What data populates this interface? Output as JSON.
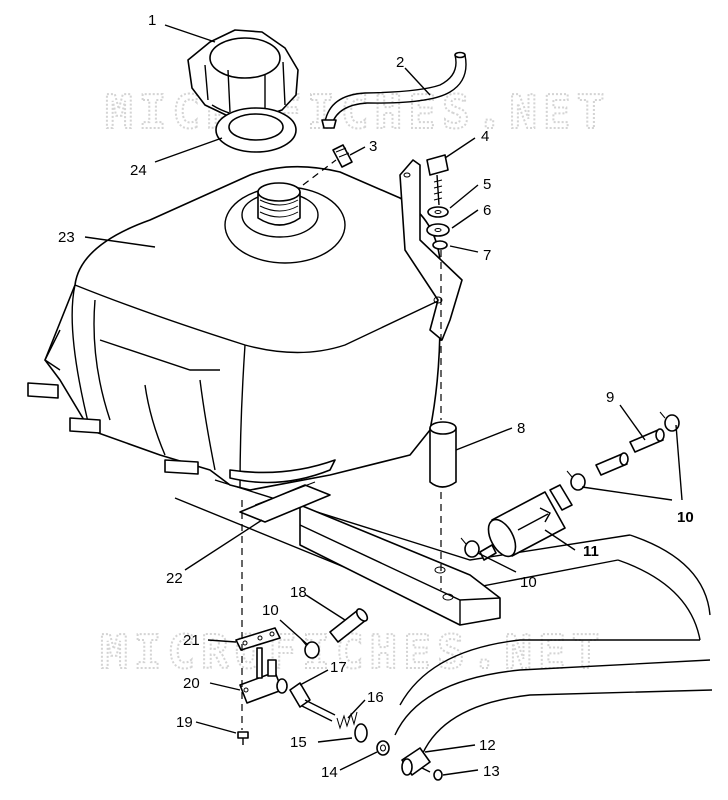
{
  "watermark": "MICROFICHES.NET",
  "callouts": [
    {
      "id": "1",
      "text": "1"
    },
    {
      "id": "2",
      "text": "2"
    },
    {
      "id": "3",
      "text": "3"
    },
    {
      "id": "4",
      "text": "4"
    },
    {
      "id": "5",
      "text": "5"
    },
    {
      "id": "6",
      "text": "6"
    },
    {
      "id": "7",
      "text": "7"
    },
    {
      "id": "8",
      "text": "8"
    },
    {
      "id": "9",
      "text": "9"
    },
    {
      "id": "10a",
      "text": "10"
    },
    {
      "id": "10b",
      "text": "10"
    },
    {
      "id": "10c",
      "text": "10"
    },
    {
      "id": "11",
      "text": "11"
    },
    {
      "id": "12",
      "text": "12"
    },
    {
      "id": "13",
      "text": "13"
    },
    {
      "id": "14",
      "text": "14"
    },
    {
      "id": "15",
      "text": "15"
    },
    {
      "id": "16",
      "text": "16"
    },
    {
      "id": "17",
      "text": "17"
    },
    {
      "id": "18",
      "text": "18"
    },
    {
      "id": "19",
      "text": "19"
    },
    {
      "id": "20",
      "text": "20"
    },
    {
      "id": "21",
      "text": "21"
    },
    {
      "id": "22",
      "text": "22"
    },
    {
      "id": "23",
      "text": "23"
    },
    {
      "id": "24",
      "text": "24"
    }
  ]
}
